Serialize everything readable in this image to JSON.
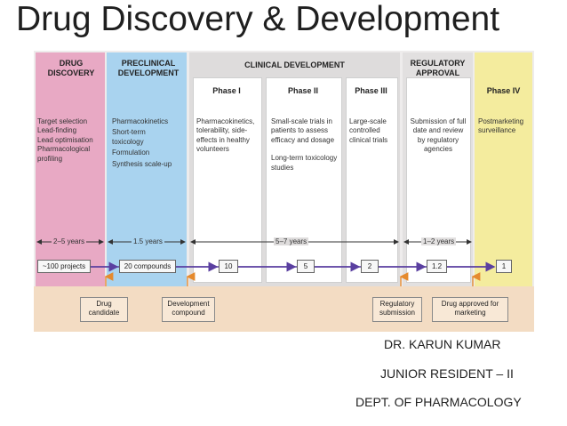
{
  "title": "Drug Discovery & Development",
  "stages": {
    "discovery": {
      "header": "DRUG DISCOVERY",
      "items": [
        "Target selection",
        "Lead-finding",
        "Lead optimisation",
        "Pharmacological profiling"
      ],
      "duration": "2–5 years",
      "count": "~100 projects"
    },
    "preclinical": {
      "header": "PRECLINICAL DEVELOPMENT",
      "items": [
        "Pharmacokinetics",
        "Short-term toxicology",
        "Formulation",
        "Synthesis scale-up"
      ],
      "duration": "1.5 years",
      "count": "20 compounds"
    },
    "clinical": {
      "header": "CLINICAL DEVELOPMENT",
      "duration": "5–7 years",
      "phases": [
        {
          "name": "Phase I",
          "items": [
            "Pharmacokinetics, tolerability, side-effects in healthy volunteers"
          ],
          "count": "10"
        },
        {
          "name": "Phase II",
          "items": [
            "Small-scale trials in patients to assess efficacy and dosage",
            "Long-term toxicology studies"
          ],
          "count": "5"
        },
        {
          "name": "Phase III",
          "items": [
            "Large-scale controlled clinical trials"
          ],
          "count": "2"
        }
      ]
    },
    "regulatory": {
      "header": "REGULATORY APPROVAL",
      "items": [
        "Submission of full date and review by regulatory agencies"
      ],
      "duration": "1–2 years",
      "count": "1.2"
    },
    "phase4": {
      "name": "Phase IV",
      "items": [
        "Postmarketing surveillance"
      ],
      "count": "1"
    }
  },
  "milestones": [
    "Drug candidate",
    "Development compound",
    "Regulatory submission",
    "Drug approved for marketing"
  ],
  "credits": [
    "DR. KARUN KUMAR",
    "JUNIOR RESIDENT – II",
    "DEPT. OF PHARMACOLOGY"
  ],
  "colors": {
    "discovery": "#e8a9c4",
    "preclinical": "#a9d3ef",
    "clinical": "#dedcdc",
    "regulatory": "#e2e0e0",
    "phase4": "#f4ec9e",
    "bottom_band": "#f3dcc3",
    "flow_arrow": "#5a3fa0",
    "milestone_arrow": "#e58a2e"
  }
}
